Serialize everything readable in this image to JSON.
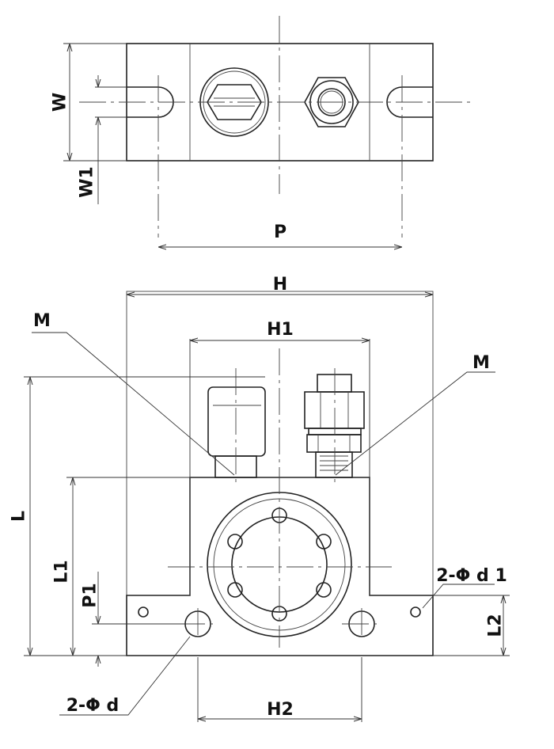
{
  "labels": {
    "W": "W",
    "W1": "W1",
    "P": "P",
    "H": "H",
    "H1": "H1",
    "M_left": "M",
    "M_right": "M",
    "L": "L",
    "L1": "L1",
    "P1": "P1",
    "L2": "L2",
    "H2": "H2",
    "d1": "2-Φ d 1",
    "d": "2-Φ d"
  },
  "colors": {
    "line": "#222222",
    "background": "#ffffff"
  }
}
